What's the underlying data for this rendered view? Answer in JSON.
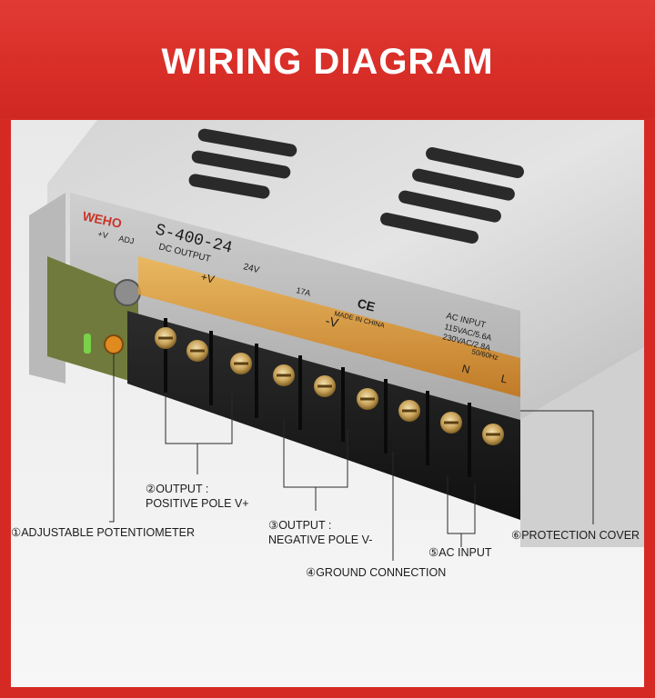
{
  "header": {
    "title": "WIRING DIAGRAM"
  },
  "device": {
    "brand": "WEHO",
    "model": "S-400-24",
    "dc_output_label": "DC OUTPUT",
    "dc_output_voltage": "24V",
    "current": "17A",
    "made_in": "MADE IN CHINA",
    "ac_input_label": "AC INPUT",
    "ac_line1": "115VAC/5.6A",
    "ac_line2": "230VAC/2.8A",
    "frequency": "50/60Hz",
    "adj_label": "ADJ",
    "plus_v": "+V",
    "pos_marker": "+V",
    "neg_marker": "-V",
    "n_marker": "N",
    "l_marker": "L",
    "ce_mark": "CE"
  },
  "callouts": [
    {
      "id": "adjustable-potentiometer",
      "lines": [
        "①ADJUSTABLE POTENTIOMETER"
      ]
    },
    {
      "id": "output-positive",
      "lines": [
        "②OUTPUT :",
        "POSITIVE POLE V+"
      ]
    },
    {
      "id": "output-negative",
      "lines": [
        "③OUTPUT :",
        "NEGATIVE POLE V-"
      ]
    },
    {
      "id": "ground-connection",
      "lines": [
        "④GROUND CONNECTION"
      ]
    },
    {
      "id": "ac-input",
      "lines": [
        "⑤AC INPUT"
      ]
    },
    {
      "id": "protection-cover",
      "lines": [
        "⑥PROTECTION COVER"
      ]
    }
  ],
  "colors": {
    "header_red": "#d92e28",
    "metal": "#c9c9c9",
    "terminal_block": "#1e1e1e",
    "cover_amber": "#e08a14",
    "screw_brass": "#c9a35a"
  }
}
